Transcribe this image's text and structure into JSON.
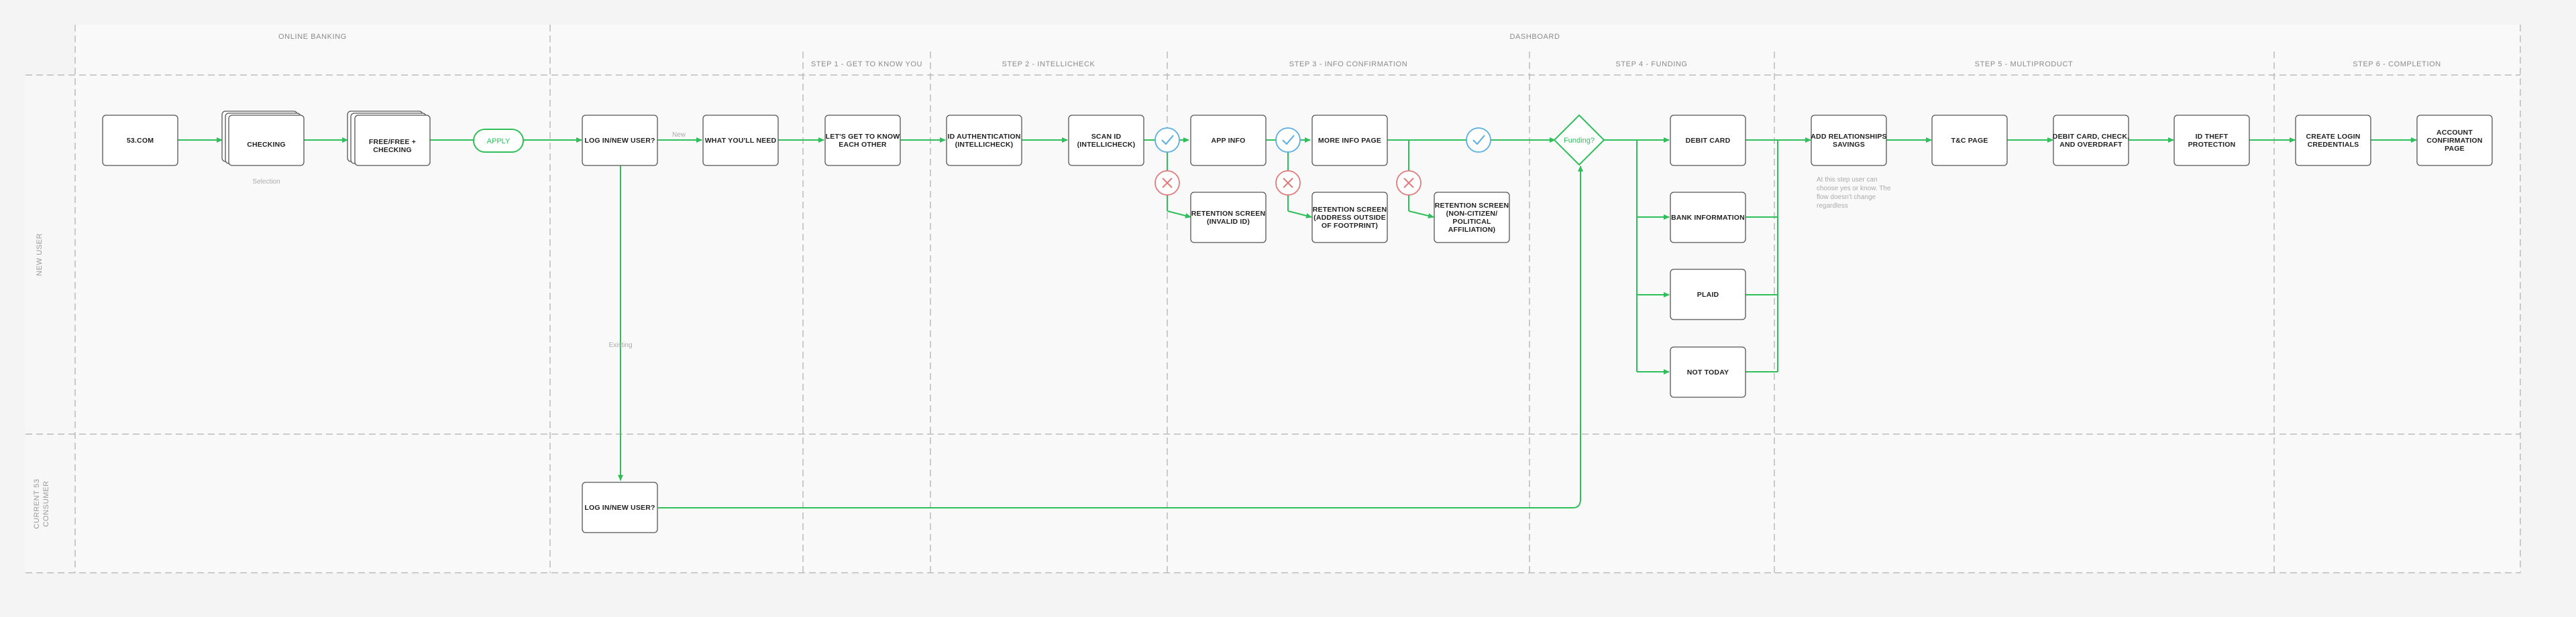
{
  "colors": {
    "background": "#f4f4f4",
    "panel": "#f9f9f9",
    "border": "#bbbbbb",
    "node_fill": "#ffffff",
    "node_stroke": "#555555",
    "flow_green": "#2fbf5a",
    "reject_red": "#e07b7b",
    "accept_blue": "#5aaee0",
    "muted_text": "#999999"
  },
  "headers": {
    "online_banking": "ONLINE BANKING",
    "dashboard": "DASHBOARD",
    "step1": "STEP 1 - GET TO KNOW YOU",
    "step2": "STEP 2 - INTELLICHECK",
    "step3": "STEP 3 - INFO CONFIRMATION",
    "step4": "STEP 4 - FUNDING",
    "step5": "STEP 5 - MULTIPRODUCT",
    "step6": "STEP 6 - COMPLETION"
  },
  "lanes": {
    "new_user": "NEW USER",
    "current_consumer_line1": "CURRENT 53",
    "current_consumer_line2": "CONSUMER"
  },
  "nodes": {
    "n53": [
      "53.COM"
    ],
    "checking": [
      "CHECKING"
    ],
    "free": [
      "FREE/FREE +",
      "CHECKING"
    ],
    "apply": "APPLY",
    "login": [
      "LOG IN/NEW USER?"
    ],
    "whatneed": [
      "WHAT YOU'LL NEED"
    ],
    "getknow": [
      "LET'S GET TO KNOW",
      "EACH OTHER"
    ],
    "idauth": [
      "ID AUTHENTICATION",
      "(INTELLICHECK)"
    ],
    "scanid": [
      "SCAN ID",
      "(INTELLICHECK)"
    ],
    "appinfo": [
      "APP INFO"
    ],
    "moreinfo": [
      "MORE INFO PAGE"
    ],
    "ret1": [
      "RETENTION SCREEN",
      "(INVALID ID)"
    ],
    "ret2": [
      "RETENTION SCREEN",
      "(ADDRESS OUTSIDE",
      "OF FOOTPRINT)"
    ],
    "ret3": [
      "RETENTION SCREEN",
      "(NON-CITIZEN/",
      "POLITICAL",
      "AFFILIATION)"
    ],
    "funding": "Funding?",
    "debit": [
      "DEBIT CARD"
    ],
    "bank": [
      "BANK INFORMATION"
    ],
    "plaid": [
      "PLAID"
    ],
    "nottoday": [
      "NOT TODAY"
    ],
    "addrel": [
      "ADD RELATIONSHIPS",
      "SAVINGS"
    ],
    "tc": [
      "T&C PAGE"
    ],
    "debitcheck": [
      "DEBIT CARD, CHECK,",
      "AND OVERDRAFT"
    ],
    "idtheft": [
      "ID THEFT",
      "PROTECTION"
    ],
    "createlogin": [
      "CREATE LOGIN",
      "CREDENTIALS"
    ],
    "acctconf": [
      "ACCOUNT",
      "CONFIRMATION",
      "PAGE"
    ],
    "login2": [
      "LOG IN/NEW USER?"
    ]
  },
  "notes": {
    "selection": "Selection",
    "new": "New",
    "existing": "Existing",
    "multiproduct_note": [
      "At this step user can",
      "choose yes or know. The",
      "flow doesn't change",
      "regardless"
    ]
  }
}
